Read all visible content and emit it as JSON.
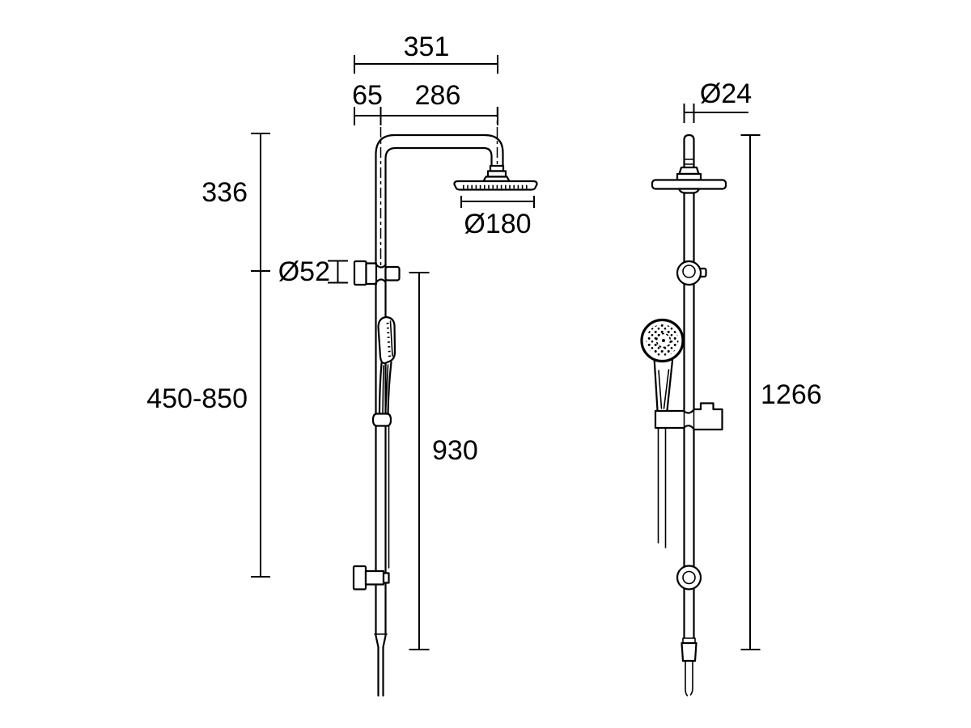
{
  "page": {
    "background": "#ffffff",
    "line_color": "#000000"
  },
  "views": {
    "front": {
      "dims": {
        "total_width": "351",
        "wall_offset": "65",
        "arm_reach": "286",
        "top_to_bracket": "336",
        "bracket_diameter": "Ø52",
        "adjustable_range": "450-850",
        "rail_length": "930",
        "head_diameter": "Ø180"
      }
    },
    "side": {
      "dims": {
        "rail_diameter": "Ø24",
        "total_height": "1266"
      }
    }
  }
}
